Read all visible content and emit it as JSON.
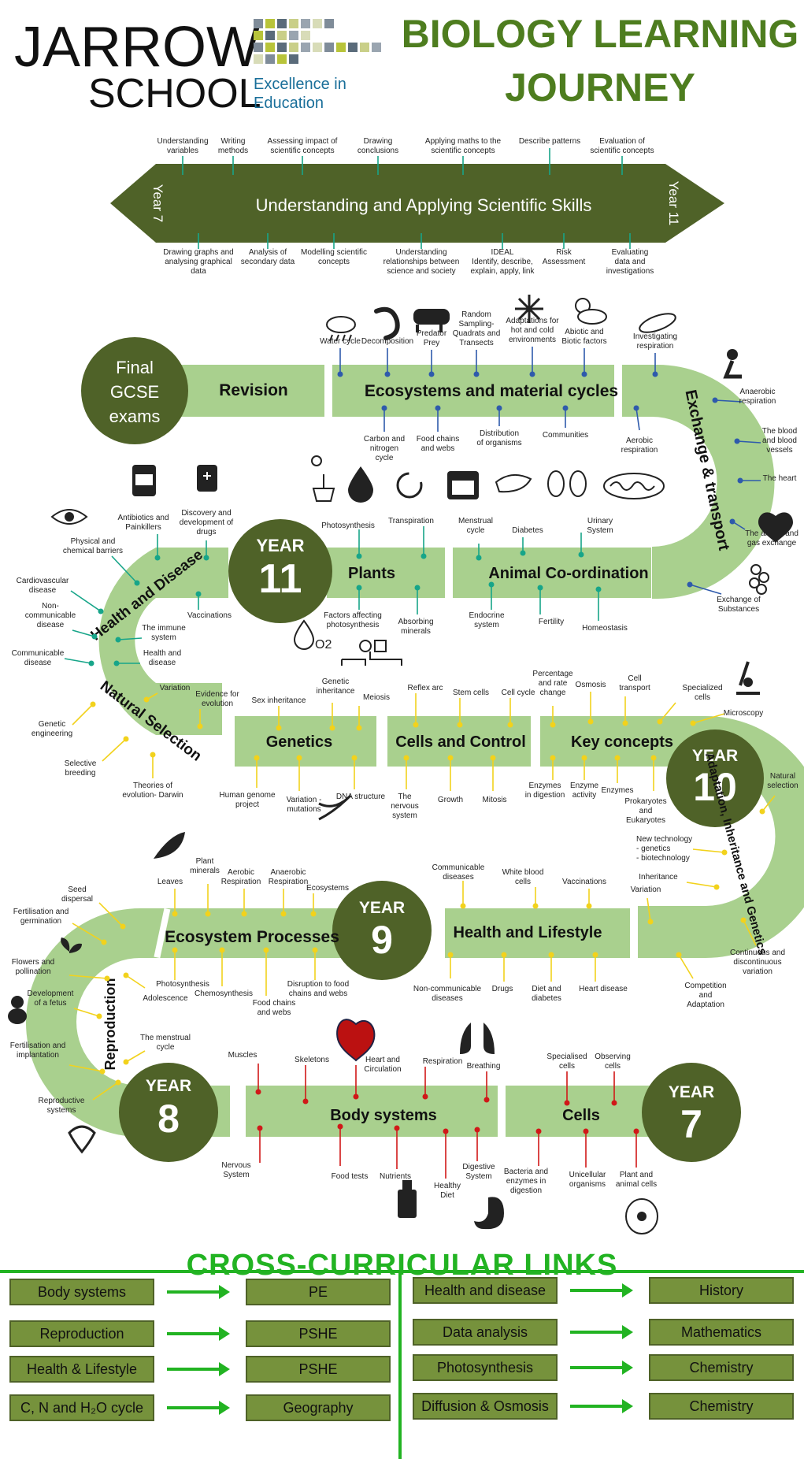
{
  "header": {
    "school_line1": "JARROW",
    "school_line2": "SCHOOL",
    "tagline1": "Excellence in",
    "tagline2": "Education",
    "title1": "BIOLOGY LEARNING",
    "title2": "JOURNEY"
  },
  "colors": {
    "dark_green": "#4f6228",
    "light_green": "#a9d08e",
    "title_green": "#4e7d1f",
    "bright_green": "#22b322",
    "teal": "#17a589",
    "blue": "#2e5aac",
    "yellow": "#f2d21c",
    "red": "#d01818"
  },
  "skills": {
    "banner": "Understanding and Applying Scientific Skills",
    "left_label": "Year 7",
    "right_label": "Year 11",
    "top": [
      "Understanding\nvariables",
      "Writing\nmethods",
      "Assessing impact of\nscientific concepts",
      "Drawing\nconclusions",
      "Applying maths to the\nscientific concepts",
      "Describe patterns",
      "Evaluation of\nscientific concepts"
    ],
    "bottom": [
      "Drawing graphs and\nanalysing graphical\ndata",
      "Analysis of\nsecondary data",
      "Modelling scientific\nconcepts",
      "Understanding\nrelationships between\nscience and society",
      "IDEAL\nIdentify, describe,\nexplain, apply, link",
      "Risk\nAssessment",
      "Evaluating\ndata and\ninvestigations"
    ]
  },
  "final": {
    "line1": "Final",
    "line2": "GCSE",
    "line3": "exams"
  },
  "years": {
    "y11": {
      "word": "YEAR",
      "num": "11"
    },
    "y10": {
      "word": "YEAR",
      "num": "10"
    },
    "y9": {
      "word": "YEAR",
      "num": "9"
    },
    "y8": {
      "word": "YEAR",
      "num": "8"
    },
    "y7": {
      "word": "YEAR",
      "num": "7"
    }
  },
  "segments": {
    "revision": "Revision",
    "ecosystems": "Ecosystems and material cycles",
    "exchange": "Exchange & transport",
    "plants": "Plants",
    "animal": "Animal Co-ordination",
    "health_disease": "Health and Disease",
    "natural_selection": "Natural Selection",
    "genetics": "Genetics",
    "cells_control": "Cells and Control",
    "key_concepts": "Key  concepts",
    "adaptation": "Adaptation, Inheritance and Genetics",
    "eco_processes": "Ecosystem  Processes",
    "health_lifestyle": "Health  and  Lifestyle",
    "reproduction": "Reproduction",
    "body_systems": "Body systems",
    "cells": "Cells"
  },
  "labels": {
    "eco_top": [
      "Water cycle",
      "Decomposition",
      "Predator\nPrey",
      "Random\nSampling-\nQuadrats and\nTransects",
      "Adaptations for\nhot and cold\nenvironments",
      "Abiotic and\nBiotic factors"
    ],
    "eco_bottom": [
      "Carbon and\nnitrogen\ncycle",
      "Food chains\nand webs",
      "Distribution\nof organisms",
      "Communities"
    ],
    "exchange": [
      "Investigating\nrespiration",
      "Aerobic\nrespiration",
      "Anaerobic\nrespiration",
      "The blood\nand blood\nvessels",
      "The heart",
      "The alveoli and\ngas exchange",
      "Exchange of\nSubstances"
    ],
    "plants_top": [
      "Photosynthesis",
      "Transpiration"
    ],
    "plants_bottom": [
      "Factors affecting\nphotosynthesis",
      "Absorbing\nminerals"
    ],
    "animal_top": [
      "Menstrual\ncycle",
      "Diabetes",
      "Urinary\nSystem"
    ],
    "animal_bottom": [
      "Endocrine\nsystem",
      "Fertility",
      "Homeostasis"
    ],
    "health_disease": [
      "Antibiotics and\nPainkillers",
      "Discovery and\ndevelopment of\ndrugs",
      "Physical and\nchemical barriers",
      "Cardiovascular\ndisease",
      "Non-\ncommunicable\ndisease",
      "Communicable\ndisease",
      "Vaccinations",
      "The immune\nsystem",
      "Health and\ndisease"
    ],
    "natural_selection": [
      "Variation",
      "Evidence for\nevolution",
      "Genetic\nengineering",
      "Selective\nbreeding",
      "Theories of\nevolution- Darwin"
    ],
    "genetics_top": [
      "Sex inheritance",
      "Genetic\ninheritance",
      "Meiosis"
    ],
    "genetics_bottom": [
      "Human genome\nproject",
      "Variation -\nmutations",
      "DNA structure"
    ],
    "cc_top": [
      "Reflex arc",
      "Stem cells",
      "Cell cycle"
    ],
    "cc_bottom": [
      "The\nnervous\nsystem",
      "Growth",
      "Mitosis"
    ],
    "kc_top": [
      "Percentage\nand rate\nchange",
      "Osmosis",
      "Cell\ntransport",
      "Specialized\ncells",
      "Microscopy"
    ],
    "kc_bottom": [
      "Enzymes\nin digestion",
      "Enzyme\nactivity",
      "Enzymes",
      "Prokaryotes\nand\nEukaryotes"
    ],
    "adaptation": [
      "Natural\nselection",
      "New technology\n-     genetics\n-     biotechnology",
      "Inheritance",
      "Variation",
      "Continuous and\ndiscontinuous\nvariation",
      "Competition\nand\nAdaptation"
    ],
    "hl_top": [
      "Communicable\ndiseases",
      "White blood\ncells",
      "Vaccinations"
    ],
    "hl_bottom": [
      "Non-communicable\ndiseases",
      "Drugs",
      "Diet and\ndiabetes",
      "Heart disease"
    ],
    "ep_top": [
      "Leaves",
      "Plant\nminerals",
      "Aerobic\nRespiration",
      "Anaerobic\nRespiration",
      "Ecosystems"
    ],
    "ep_bottom": [
      "Photosynthesis",
      "Chemosynthesis",
      "Food chains\nand webs",
      "Disruption to food\nchains and webs"
    ],
    "reproduction": [
      "Seed\ndispersal",
      "Fertilisation and\ngermination",
      "Flowers and\npollination",
      "Adolescence",
      "Development\nof a fetus",
      "The menstrual\ncycle",
      "Fertilisation and\nimplantation",
      "Reproductive\nsystems"
    ],
    "bs_top": [
      "Muscles",
      "Skeletons",
      "Heart and\nCirculation",
      "Respiration",
      "Breathing"
    ],
    "bs_bottom": [
      "Nervous\nSystem",
      "Food tests",
      "Nutrients",
      "Healthy\nDiet",
      "Digestive\nSystem"
    ],
    "cells_top": [
      "Specialised\ncells",
      "Observing\ncells"
    ],
    "cells_bottom": [
      "Bacteria and\nenzymes in\ndigestion",
      "Unicellular\norganisms",
      "Plant and\nanimal cells"
    ]
  },
  "cross_curricular": {
    "title": "CROSS-CURRICULAR LINKS",
    "left": [
      {
        "from": "Body systems",
        "to": "PE"
      },
      {
        "from": "Reproduction",
        "to": "PSHE"
      },
      {
        "from": "Health & Lifestyle",
        "to": "PSHE"
      },
      {
        "from": "C, N and H₂O cycle",
        "to": "Geography"
      }
    ],
    "right": [
      {
        "from": "Health and disease",
        "to": "History"
      },
      {
        "from": "Data analysis",
        "to": "Mathematics"
      },
      {
        "from": "Photosynthesis",
        "to": "Chemistry"
      },
      {
        "from": "Diffusion & Osmosis",
        "to": "Chemistry"
      }
    ]
  }
}
